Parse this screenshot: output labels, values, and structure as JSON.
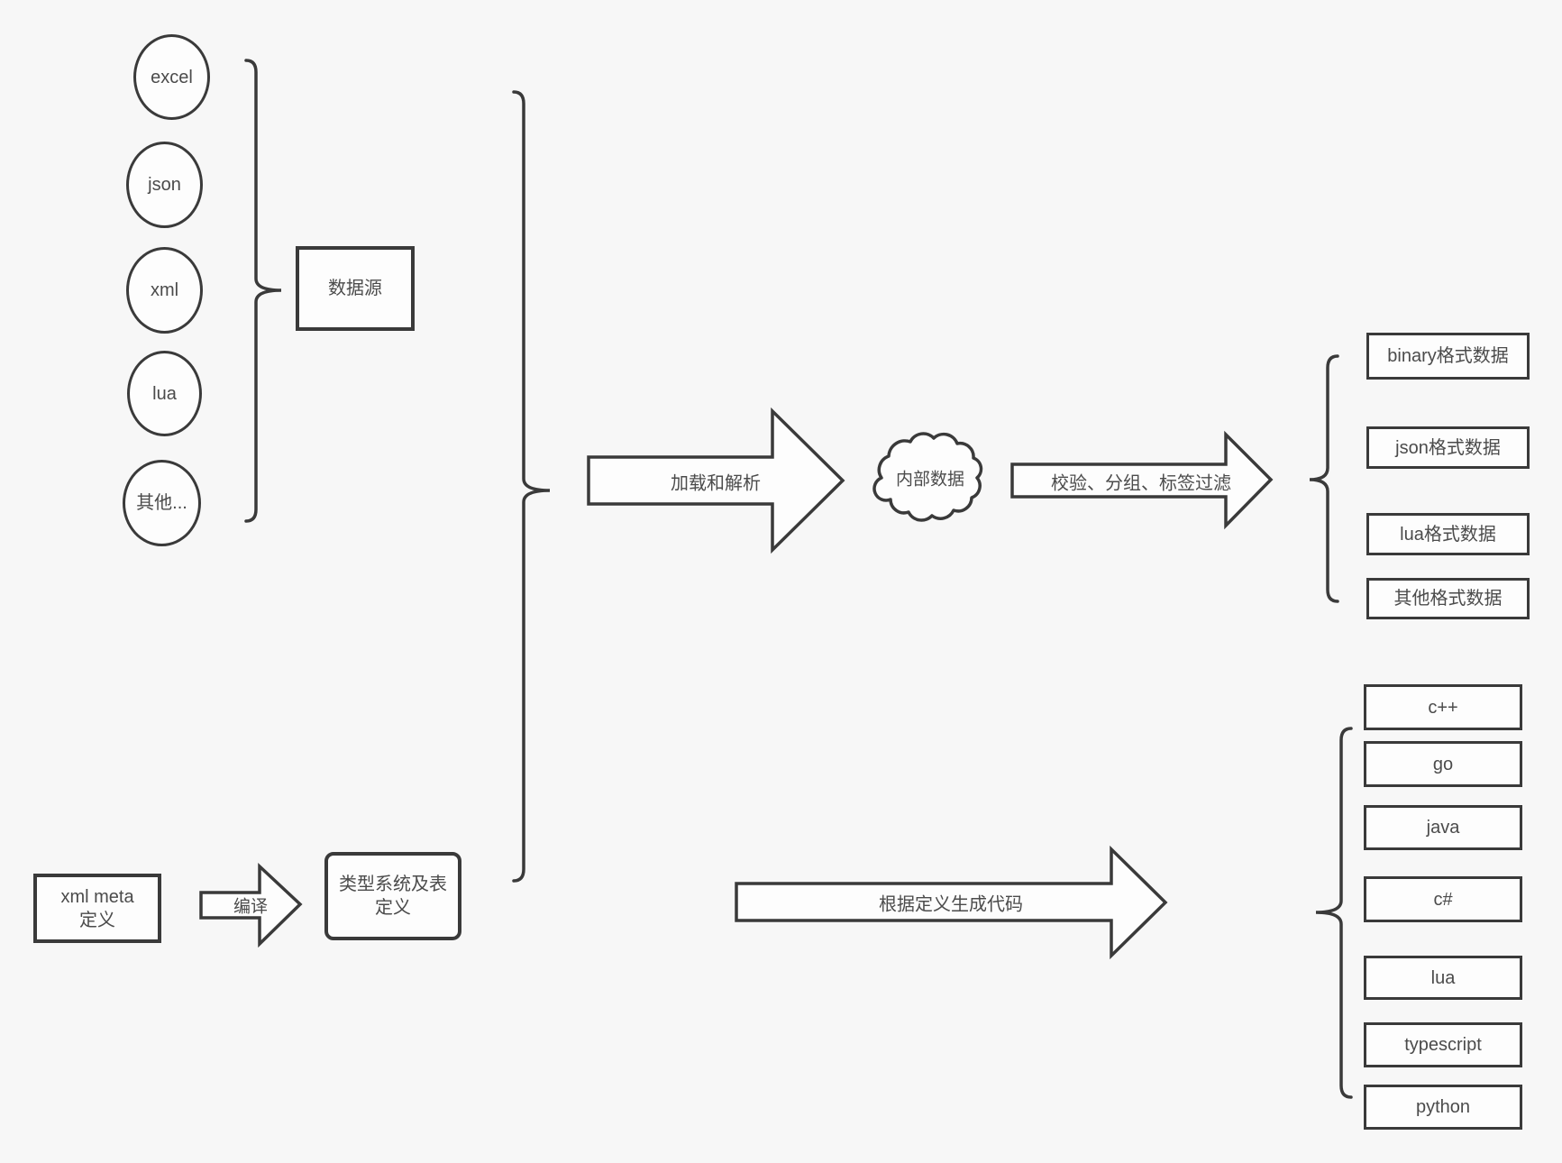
{
  "colors": {
    "background": "#f7f7f7",
    "stroke": "#3a3a3a",
    "shape_fill": "#fdfdfd",
    "text": "#4b4b4b"
  },
  "sources": {
    "items": [
      "excel",
      "json",
      "xml",
      "lua",
      "其他..."
    ],
    "group_label": "数据源"
  },
  "flow": {
    "load_arrow_label": "加载和解析",
    "internal_data_label": "内部数据",
    "filter_arrow_label": "校验、分组、标签过滤",
    "compile_arrow_label": "编译",
    "generate_arrow_label": "根据定义生成代码"
  },
  "definitions": {
    "xml_meta_label": "xml meta定义",
    "type_system_label": "类型系统及表定义"
  },
  "formats": {
    "items": [
      "binary格式数据",
      "json格式数据",
      "lua格式数据",
      "其他格式数据"
    ]
  },
  "languages": {
    "items": [
      "c++",
      "go",
      "java",
      "c#",
      "lua",
      "typescript",
      "python"
    ]
  }
}
